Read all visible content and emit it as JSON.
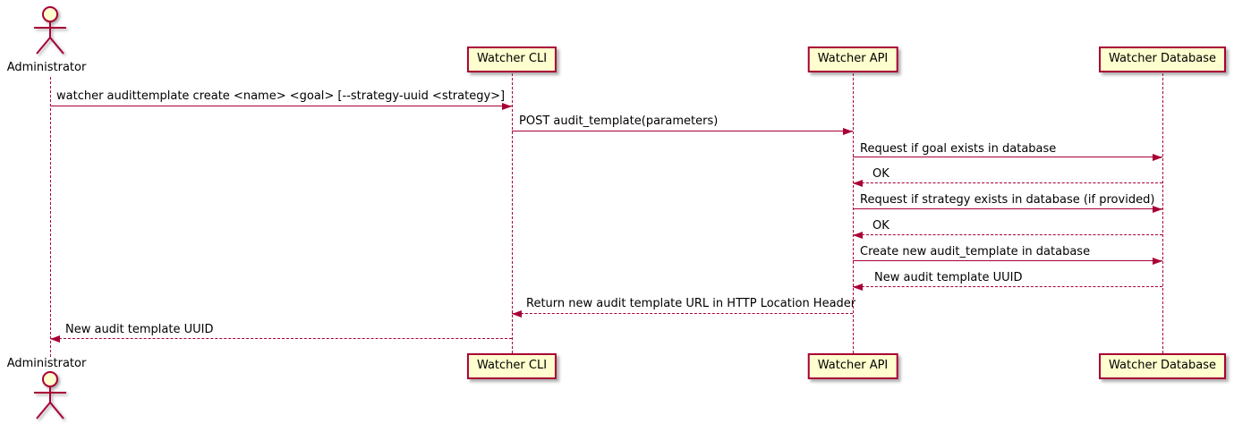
{
  "diagram": {
    "type": "sequence",
    "palette": {
      "accent": "#A80036",
      "node_fill": "#FEFECE",
      "text": "#000000",
      "background": "#FFFFFF"
    },
    "participants": [
      {
        "id": "administrator",
        "label": "Administrator",
        "kind": "actor"
      },
      {
        "id": "watcher-cli",
        "label": "Watcher CLI",
        "kind": "participant"
      },
      {
        "id": "watcher-api",
        "label": "Watcher API",
        "kind": "participant"
      },
      {
        "id": "watcher-database",
        "label": "Watcher Database",
        "kind": "participant"
      }
    ],
    "messages": [
      {
        "from": "Administrator",
        "to": "Watcher CLI",
        "style": "solid",
        "label": "watcher audittemplate create <name> <goal> [--strategy-uuid <strategy>]"
      },
      {
        "from": "Watcher CLI",
        "to": "Watcher API",
        "style": "solid",
        "label": "POST audit_template(parameters)"
      },
      {
        "from": "Watcher API",
        "to": "Watcher Database",
        "style": "solid",
        "label": "Request if goal exists in database"
      },
      {
        "from": "Watcher Database",
        "to": "Watcher API",
        "style": "dashed",
        "label": "OK"
      },
      {
        "from": "Watcher API",
        "to": "Watcher Database",
        "style": "solid",
        "label": "Request if strategy exists in database (if provided)"
      },
      {
        "from": "Watcher Database",
        "to": "Watcher API",
        "style": "dashed",
        "label": "OK"
      },
      {
        "from": "Watcher API",
        "to": "Watcher Database",
        "style": "solid",
        "label": "Create new audit_template in database"
      },
      {
        "from": "Watcher Database",
        "to": "Watcher API",
        "style": "dashed",
        "label": "New audit template UUID"
      },
      {
        "from": "Watcher API",
        "to": "Watcher CLI",
        "style": "dashed",
        "label": "Return new audit template URL in HTTP Location Header"
      },
      {
        "from": "Watcher CLI",
        "to": "Administrator",
        "style": "dashed",
        "label": "New audit template UUID"
      }
    ]
  }
}
